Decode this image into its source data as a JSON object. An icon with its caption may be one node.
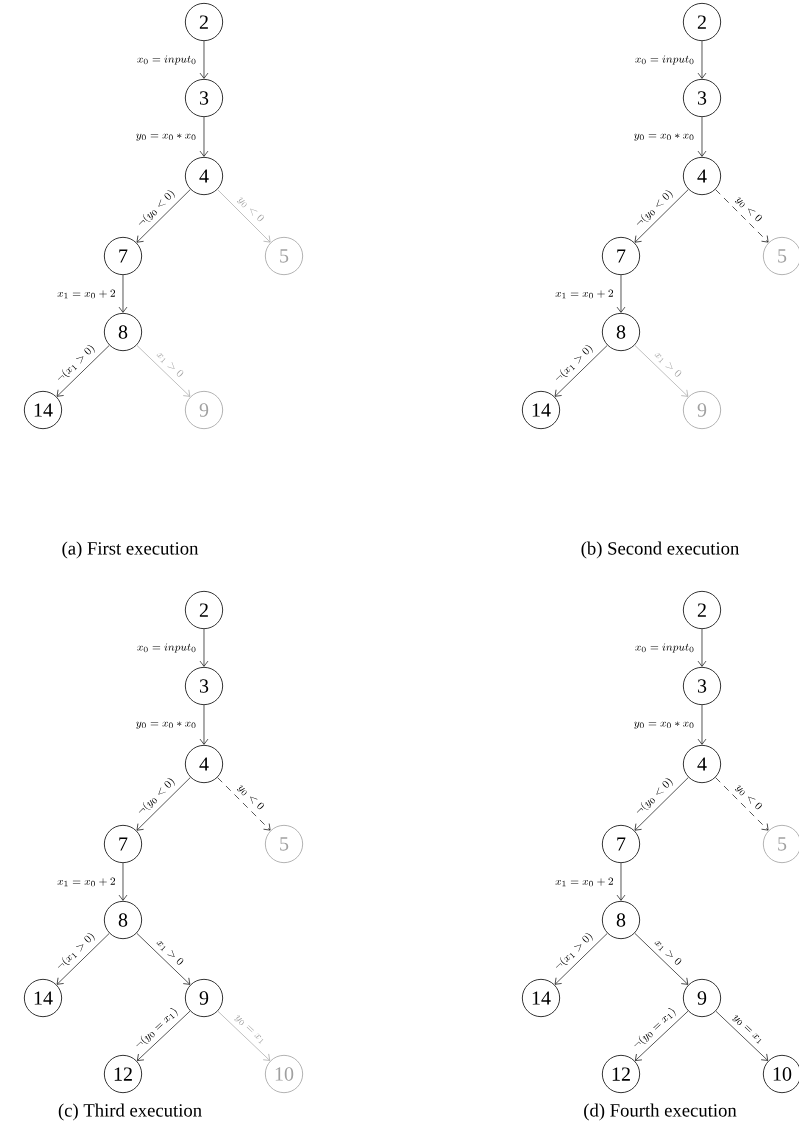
{
  "diagram": {
    "nodes": [
      {
        "text": [
          "2"
        ]
      },
      {
        "text": [
          "3"
        ]
      },
      {
        "text": [
          "4"
        ]
      },
      {
        "text": [
          "7"
        ]
      },
      {
        "text": [
          "5"
        ]
      },
      {
        "text": [
          "8"
        ]
      },
      {
        "text": [
          "14"
        ]
      },
      {
        "text": [
          "9"
        ]
      },
      {
        "text": [
          "2"
        ]
      },
      {
        "text": [
          "3"
        ]
      },
      {
        "text": [
          "4"
        ]
      },
      {
        "text": [
          "7"
        ]
      },
      {
        "text": [
          "5"
        ]
      },
      {
        "text": [
          "8"
        ]
      },
      {
        "text": [
          "14"
        ]
      },
      {
        "text": [
          "9"
        ]
      },
      {
        "text": [
          "2"
        ]
      },
      {
        "text": [
          "3"
        ]
      },
      {
        "text": [
          "4"
        ]
      },
      {
        "text": [
          "7"
        ]
      },
      {
        "text": [
          "5"
        ]
      },
      {
        "text": [
          "8"
        ]
      },
      {
        "text": [
          "14"
        ]
      },
      {
        "text": [
          "9"
        ]
      },
      {
        "text": [
          "12"
        ]
      },
      {
        "text": [
          "10"
        ]
      },
      {
        "text": [
          "2"
        ]
      },
      {
        "text": [
          "3"
        ]
      },
      {
        "text": [
          "4"
        ]
      },
      {
        "text": [
          "7"
        ]
      },
      {
        "text": [
          "5"
        ]
      },
      {
        "text": [
          "8"
        ]
      },
      {
        "text": [
          "14"
        ]
      },
      {
        "text": [
          "9"
        ]
      },
      {
        "text": [
          "12"
        ]
      },
      {
        "text": [
          "10"
        ]
      }
    ],
    "edges": [
      {
        "from": 0,
        "to": 1,
        "arrow": "to",
        "label": "x_0 = input_0"
      },
      {
        "from": 1,
        "to": 2,
        "arrow": "to",
        "label": "y_0 = x_0 * x_0"
      },
      {
        "from": 2,
        "to": 3,
        "arrow": "to",
        "label": "\\neg(y_0 < 0)"
      },
      {
        "from": 2,
        "to": 4,
        "arrow": "to",
        "label": "y_0 < 0",
        "color": "#a0a0a0"
      },
      {
        "from": 3,
        "to": 5,
        "arrow": "to",
        "label": "x_1 = x_0 + 2"
      },
      {
        "from": 5,
        "to": 6,
        "arrow": "to",
        "label": "\\neg(x_1 > 0)"
      },
      {
        "from": 5,
        "to": 7,
        "arrow": "to",
        "label": "x_1 > 0",
        "color": "#a0a0a0"
      },
      {
        "from": 8,
        "to": 9,
        "arrow": "to",
        "label": "x_0 = input_0"
      },
      {
        "from": 9,
        "to": 10,
        "arrow": "to",
        "label": "y_0 = x_0 * x_0"
      },
      {
        "from": 10,
        "to": 11,
        "arrow": "to",
        "label": "\\neg(y_0 < 0)"
      },
      {
        "from": 10,
        "to": 12,
        "arrow": "to",
        "label": "y_0 < 0",
        "style": "dashed"
      },
      {
        "from": 11,
        "to": 13,
        "arrow": "to",
        "label": "x_1 = x_0 + 2"
      },
      {
        "from": 13,
        "to": 14,
        "arrow": "to",
        "label": "\\neg(x_1 > 0)"
      },
      {
        "from": 13,
        "to": 15,
        "arrow": "to",
        "label": "x_1 > 0",
        "color": "#a0a0a0"
      },
      {
        "from": 16,
        "to": 17,
        "arrow": "to",
        "label": "x_0 = input_0"
      },
      {
        "from": 17,
        "to": 18,
        "arrow": "to",
        "label": "y_0 = x_0 * x_0"
      },
      {
        "from": 18,
        "to": 19,
        "arrow": "to",
        "label": "\\neg(y_0 < 0)"
      },
      {
        "from": 18,
        "to": 20,
        "arrow": "to",
        "label": "y_0 < 0",
        "style": "dashed"
      },
      {
        "from": 19,
        "to": 21,
        "arrow": "to",
        "label": "x_1 = x_0 + 2"
      },
      {
        "from": 21,
        "to": 22,
        "arrow": "to",
        "label": "\\neg(x_1 > 0)"
      },
      {
        "from": 21,
        "to": 23,
        "arrow": "to",
        "label": "x_1 > 0"
      },
      {
        "from": 23,
        "to": 24,
        "arrow": "to",
        "label": "\\neg(y_0 = x_1)"
      },
      {
        "from": 23,
        "to": 25,
        "arrow": "to",
        "label": "y_0 = x_1",
        "color": "#a0a0a0"
      },
      {
        "from": 26,
        "to": 27,
        "arrow": "to",
        "label": "x_0 = input_0"
      },
      {
        "from": 27,
        "to": 28,
        "arrow": "to",
        "label": "y_0 = x_0 * x_0"
      },
      {
        "from": 28,
        "to": 29,
        "arrow": "to",
        "label": "\\neg(y_0 < 0)"
      },
      {
        "from": 28,
        "to": 30,
        "arrow": "to",
        "label": "y_0 < 0",
        "style": "dashed"
      },
      {
        "from": 29,
        "to": 31,
        "arrow": "to",
        "label": "x_1 = x_0 + 2"
      },
      {
        "from": 31,
        "to": 32,
        "arrow": "to",
        "label": "\\neg(x_1 > 0)"
      },
      {
        "from": 31,
        "to": 33,
        "arrow": "to",
        "label": "x_1 > 0"
      },
      {
        "from": 33,
        "to": 34,
        "arrow": "to",
        "label": "\\neg(y_0 = x_1)"
      },
      {
        "from": 33,
        "to": 35,
        "arrow": "to",
        "label": "y_0 = x_1"
      }
    ],
    "labels": [
      "(a) First execution",
      "(b) Second execution",
      "(c) Third execution",
      "(d) Fourth execution"
    ]
  }
}
